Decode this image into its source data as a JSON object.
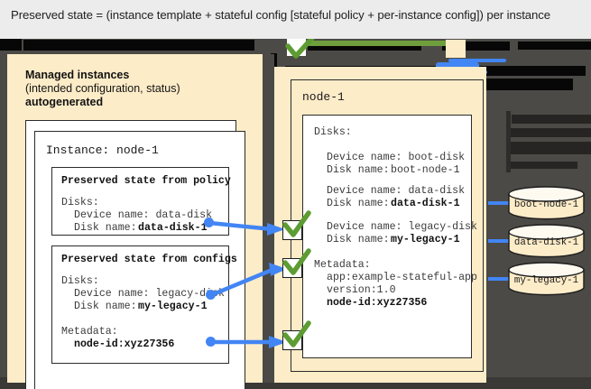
{
  "caption": {
    "text": "Preserved state = (instance template + stateful config [stateful policy + per-instance config]) per instance"
  },
  "colors": {
    "canvas_bg": "#4b4a46",
    "panel_cream": "#fdecc8",
    "accent_blue": "#4285f4",
    "check_green": "#5d9c32",
    "caption_bg": "#ececec",
    "box_white": "#ffffff",
    "redaction_black": "#070707"
  },
  "left_panel": {
    "title": "Managed instances",
    "subtitle": "(intended configuration, status)",
    "autogenerated": "autogenerated",
    "instance_title": "Instance: node-1",
    "policy_box": {
      "title": "Preserved state from policy",
      "disks_label": "Disks:",
      "lines": [
        {
          "text": "Device name: data-disk",
          "bold": false
        },
        {
          "text": "Disk name: ",
          "bold": false,
          "value": "data-disk-1"
        }
      ]
    },
    "configs_box": {
      "title": "Preserved state from configs",
      "disks_label": "Disks:",
      "lines": [
        {
          "text": "Device name: legacy-disk",
          "bold": false
        },
        {
          "text": "Disk name: ",
          "bold": false,
          "value": "my-legacy-1"
        }
      ],
      "metadata_label": "Metadata:",
      "metadata_value": "node-id:xyz27356"
    }
  },
  "right_panel": {
    "node_title": "node-1",
    "disks_label": "Disks:",
    "boot_disk": {
      "device": "Device name: boot-disk",
      "disk_prefix": "Disk name: ",
      "disk_value": "boot-node-1"
    },
    "data_disk": {
      "device": "Device name: data-disk",
      "disk_prefix": "Disk name: ",
      "disk_value": "data-disk-1"
    },
    "legacy_disk": {
      "device": "Device name: legacy-disk",
      "disk_prefix": "Disk name: ",
      "disk_value": "my-legacy-1"
    },
    "metadata_label": "Metadata:",
    "metadata_lines": [
      "app:example-stateful-app",
      "version:1.0"
    ],
    "metadata_highlight": "node-id:xyz27356"
  },
  "disks": [
    {
      "label": "boot-node-1"
    },
    {
      "label": "data-disk-1"
    },
    {
      "label": "my-legacy-1"
    }
  ]
}
